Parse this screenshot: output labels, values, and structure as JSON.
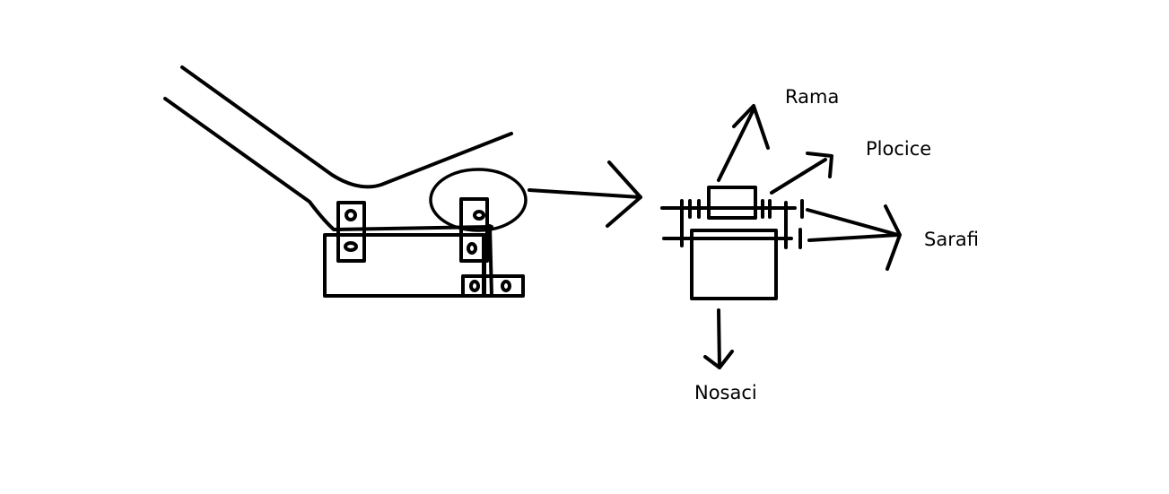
{
  "diagram": {
    "stroke_color": "#000000",
    "background": "#ffffff",
    "left_figure": "frame-with-brackets-and-bolts",
    "detail_callout": "zoomed-joint-detail",
    "labels": {
      "rama": "Rama",
      "plocice": "Plocice",
      "sarafi": "Sarafi",
      "nosaci": "Nosaci"
    }
  }
}
